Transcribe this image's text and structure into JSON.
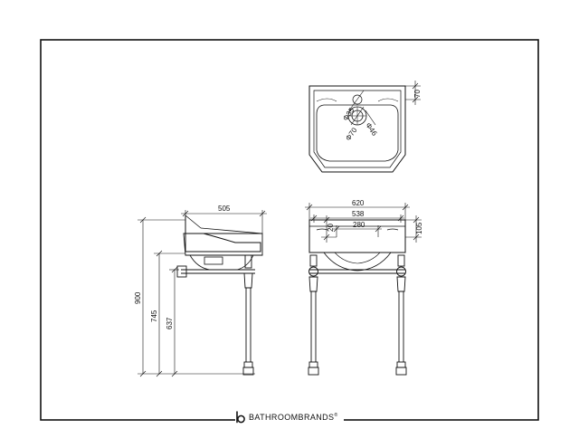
{
  "brand": {
    "prefix": "BATHROOM",
    "suffix": "BRANDS",
    "mark": "®"
  },
  "dimensions": {
    "plan_tap_hole": "Φ35",
    "plan_outer": "Φ70",
    "plan_waste": "Φ46",
    "plan_depth": "70",
    "side_depth": "505",
    "front_overall_width": "620",
    "front_inner_width": "538",
    "front_tap_spacing": "280",
    "front_tap_offset": "20",
    "front_rim_height": "105",
    "height_overall": "900",
    "height_rim": "745",
    "height_waste": "637"
  }
}
